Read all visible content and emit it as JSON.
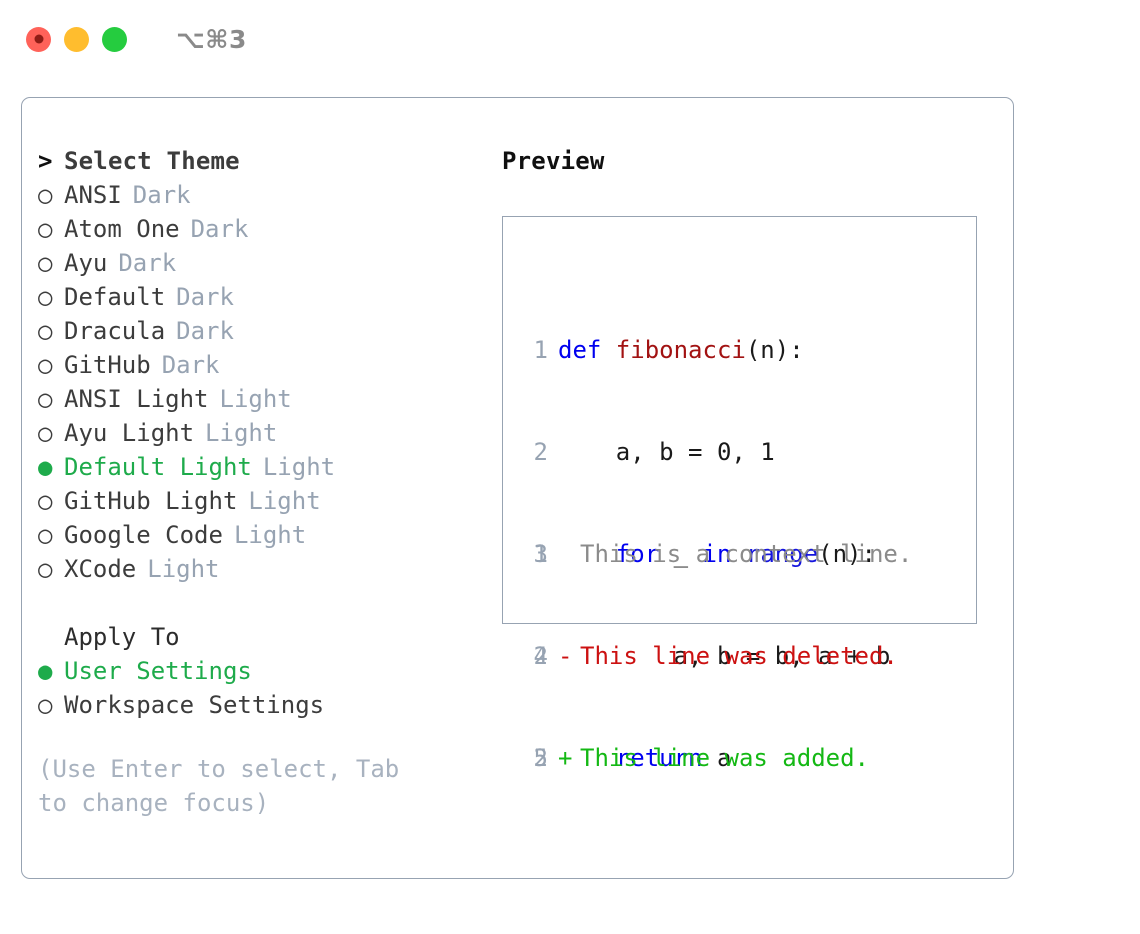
{
  "window": {
    "traffic_lights": [
      "close",
      "minimize",
      "maximize"
    ],
    "shortcut_label": "⌥⌘3"
  },
  "theme_picker": {
    "header": {
      "marker": ">",
      "label": "Select Theme"
    },
    "items": [
      {
        "marker": "○",
        "label": "ANSI",
        "tag": "Dark",
        "selected": false
      },
      {
        "marker": "○",
        "label": "Atom One",
        "tag": "Dark",
        "selected": false
      },
      {
        "marker": "○",
        "label": "Ayu",
        "tag": "Dark",
        "selected": false
      },
      {
        "marker": "○",
        "label": "Default",
        "tag": "Dark",
        "selected": false
      },
      {
        "marker": "○",
        "label": "Dracula",
        "tag": "Dark",
        "selected": false
      },
      {
        "marker": "○",
        "label": "GitHub",
        "tag": "Dark",
        "selected": false
      },
      {
        "marker": "○",
        "label": "ANSI Light",
        "tag": "Light",
        "selected": false
      },
      {
        "marker": "○",
        "label": "Ayu Light",
        "tag": "Light",
        "selected": false
      },
      {
        "marker": "●",
        "label": "Default Light",
        "tag": "Light",
        "selected": true
      },
      {
        "marker": "○",
        "label": "GitHub Light",
        "tag": "Light",
        "selected": false
      },
      {
        "marker": "○",
        "label": "Google Code",
        "tag": "Light",
        "selected": false
      },
      {
        "marker": "○",
        "label": "XCode",
        "tag": "Light",
        "selected": false
      }
    ]
  },
  "apply_to": {
    "header_label": "Apply To",
    "options": [
      {
        "marker": "●",
        "label": "User Settings",
        "selected": true
      },
      {
        "marker": "○",
        "label": "Workspace Settings",
        "selected": false
      }
    ]
  },
  "hint": "(Use Enter to select, Tab to change focus)",
  "preview": {
    "title": "Preview",
    "code_lines": [
      {
        "no": "1",
        "tokens": [
          {
            "t": "def ",
            "c": "kw"
          },
          {
            "t": "fibonacci",
            "c": "fn"
          },
          {
            "t": "(n):",
            "c": "plain"
          }
        ]
      },
      {
        "no": "2",
        "tokens": [
          {
            "t": "    a, b = 0, 1",
            "c": "plain"
          }
        ]
      },
      {
        "no": "3",
        "tokens": [
          {
            "t": "    ",
            "c": "plain"
          },
          {
            "t": "for",
            "c": "kw"
          },
          {
            "t": " _ ",
            "c": "plain"
          },
          {
            "t": "in",
            "c": "kw"
          },
          {
            "t": " ",
            "c": "plain"
          },
          {
            "t": "range",
            "c": "builtin"
          },
          {
            "t": "(n):",
            "c": "plain"
          }
        ]
      },
      {
        "no": "4",
        "tokens": [
          {
            "t": "        a, b = b, a + b",
            "c": "plain"
          }
        ]
      },
      {
        "no": "5",
        "tokens": [
          {
            "t": "    ",
            "c": "plain"
          },
          {
            "t": "return",
            "c": "kw"
          },
          {
            "t": " a",
            "c": "plain"
          }
        ]
      }
    ],
    "diff_lines": [
      {
        "no": "1",
        "sign": " ",
        "text": "This is a context line.",
        "kind": "ctx"
      },
      {
        "no": "2",
        "sign": "-",
        "text": "This line was deleted.",
        "kind": "del"
      },
      {
        "no": "2",
        "sign": "+",
        "text": "This line was added.",
        "kind": "add"
      }
    ]
  },
  "colors": {
    "accent_green": "#1eab4b",
    "muted_blue_gray": "#97a3b2",
    "keyword_blue": "#0000ef",
    "function_red": "#a21212",
    "diff_delete_red": "#cc1111",
    "diff_add_green": "#14b814",
    "panel_border": "#97a3b2"
  }
}
